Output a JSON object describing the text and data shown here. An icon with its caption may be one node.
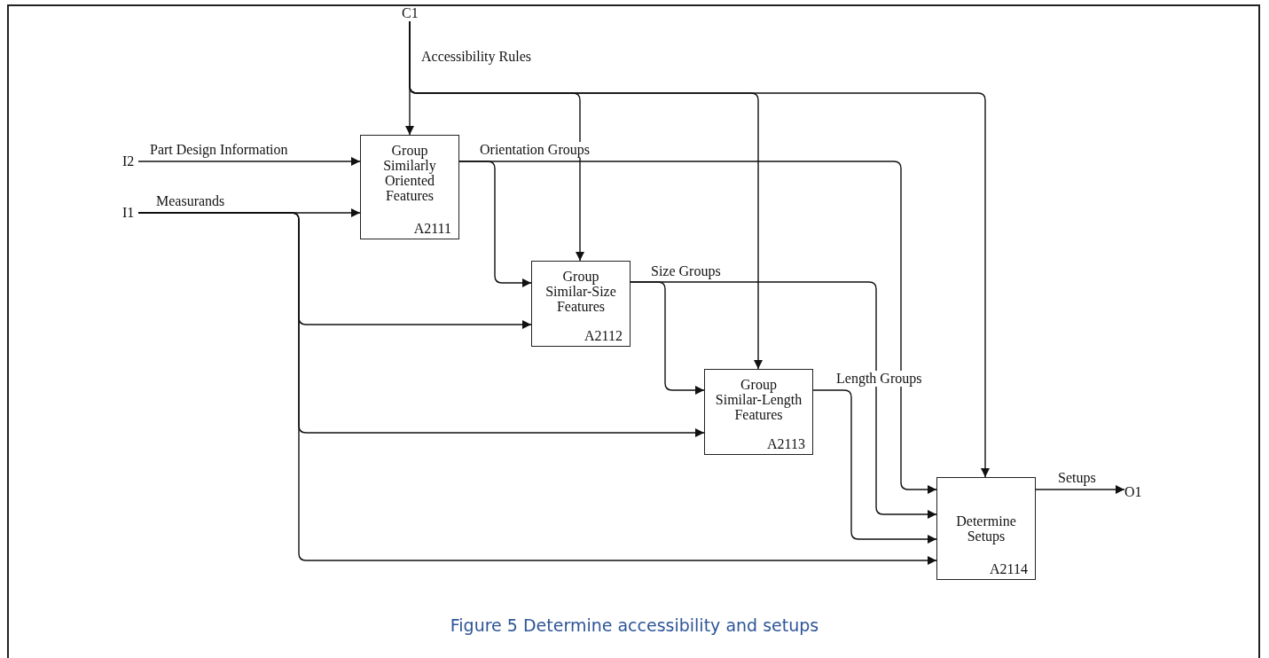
{
  "diagram": {
    "caption": "Figure 5 Determine accessibility and setups",
    "nodes": [
      {
        "text": [
          "C1"
        ]
      },
      {
        "text": [
          "I2"
        ]
      },
      {
        "text": [
          "I1"
        ]
      },
      {
        "text": [
          "Group Similarly Oriented Features",
          "A2111"
        ]
      },
      {
        "text": [
          "Group Similar-Size Features",
          "A2112"
        ]
      },
      {
        "text": [
          "Group Similar-Length Features",
          "A2113"
        ]
      },
      {
        "text": [
          "Determine Setups",
          "A2114"
        ]
      },
      {
        "text": [
          "O1"
        ]
      }
    ],
    "edges": [
      {
        "from": 0,
        "to": 3,
        "arrow": "to",
        "label": "Accessibility Rules"
      },
      {
        "from": 0,
        "to": 4,
        "arrow": "to"
      },
      {
        "from": 0,
        "to": 5,
        "arrow": "to"
      },
      {
        "from": 0,
        "to": 6,
        "arrow": "to"
      },
      {
        "from": 1,
        "to": 3,
        "arrow": "to",
        "label": "Part Design Information"
      },
      {
        "from": 2,
        "to": 3,
        "arrow": "to",
        "label": "Measurands"
      },
      {
        "from": 2,
        "to": 4,
        "arrow": "to"
      },
      {
        "from": 2,
        "to": 5,
        "arrow": "to"
      },
      {
        "from": 2,
        "to": 6,
        "arrow": "to"
      },
      {
        "from": 3,
        "to": 4,
        "arrow": "to",
        "label": "Orientation Groups"
      },
      {
        "from": 3,
        "to": 6,
        "arrow": "to"
      },
      {
        "from": 4,
        "to": 5,
        "arrow": "to",
        "label": "Size Groups"
      },
      {
        "from": 4,
        "to": 6,
        "arrow": "to"
      },
      {
        "from": 5,
        "to": 6,
        "arrow": "to",
        "label": "Length Groups"
      },
      {
        "from": 6,
        "to": 7,
        "arrow": "to",
        "label": "Setups"
      }
    ]
  }
}
